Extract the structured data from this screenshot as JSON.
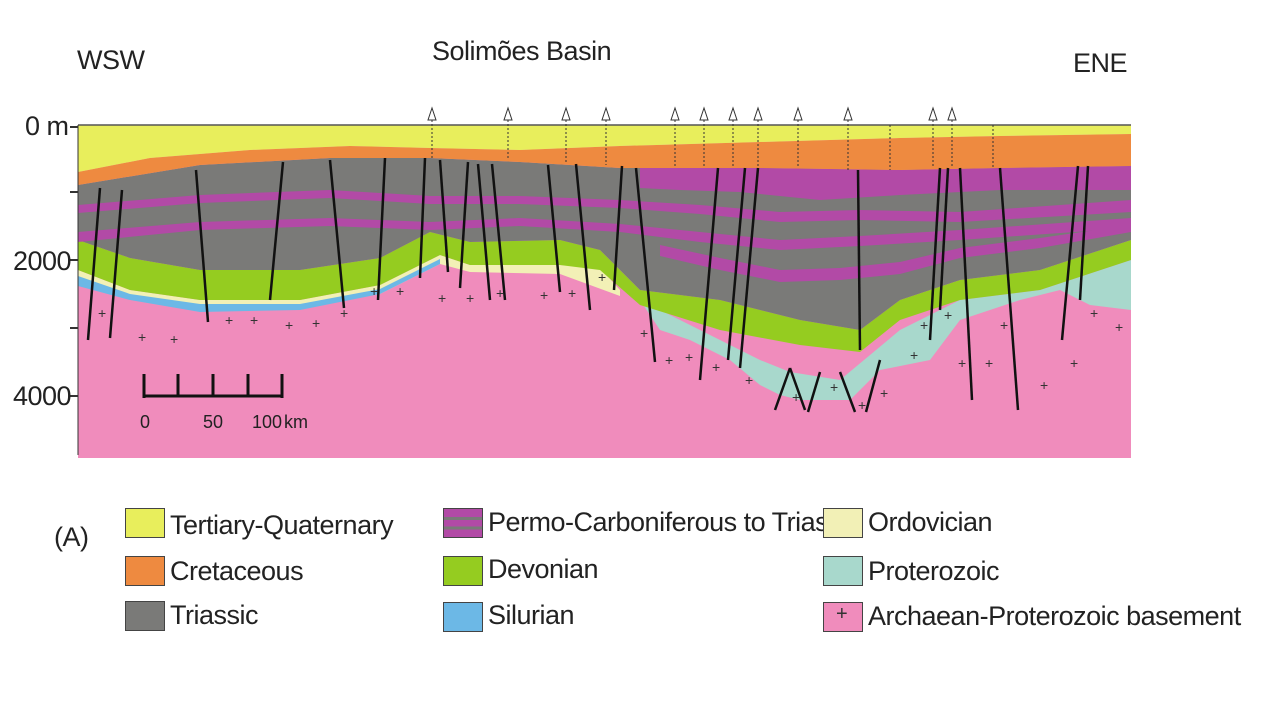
{
  "title": "Solimões Basin",
  "orientation": {
    "left": "WSW",
    "right": "ENE"
  },
  "panel_label": "(A)",
  "depth_axis": {
    "labels": [
      "0 m",
      "2000",
      "4000"
    ]
  },
  "scale_bar": {
    "labels": [
      "0",
      "50",
      "100",
      "km"
    ]
  },
  "legend": [
    {
      "label": "Tertiary-Quaternary",
      "color": "#e8ee5c"
    },
    {
      "label": "Cretaceous",
      "color": "#ee8a40"
    },
    {
      "label": "Triassic",
      "color": "#7a7a78"
    },
    {
      "label": "Permo-Carboniferous to Triassic",
      "color": "#b24aa6"
    },
    {
      "label": "Devonian",
      "color": "#95cc20"
    },
    {
      "label": "Silurian",
      "color": "#6cb8e6"
    },
    {
      "label": "Ordovician",
      "color": "#f2f0b6"
    },
    {
      "label": "Proterozoic",
      "color": "#a8d8cc"
    },
    {
      "label": "Archaean-Proterozoic basement",
      "color": "#f08cbc",
      "symbol": "+"
    }
  ]
}
